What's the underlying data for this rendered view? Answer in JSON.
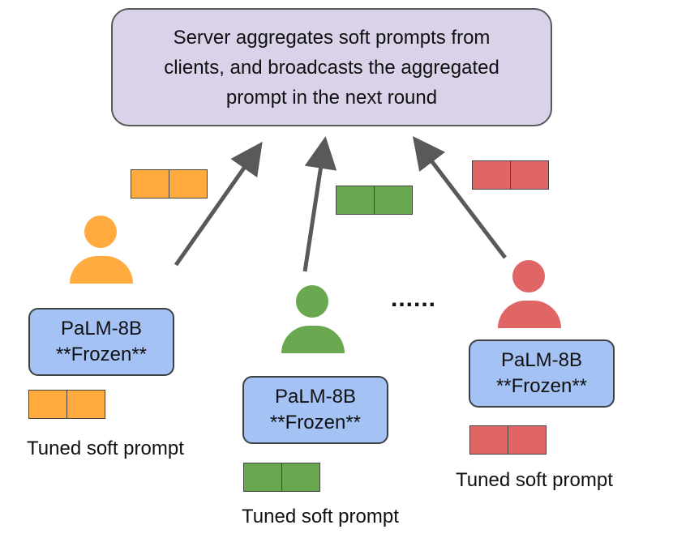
{
  "server": {
    "text": "Server aggregates soft prompts from\nclients, and broadcasts the aggregated\nprompt in the next round"
  },
  "clients": [
    {
      "model_name": "PaLM-8B",
      "model_status": "**Frozen**",
      "caption": "Tuned soft prompt",
      "color": "#ffab40"
    },
    {
      "model_name": "PaLM-8B",
      "model_status": "**Frozen**",
      "caption": "Tuned soft prompt",
      "color": "#6aa84f"
    },
    {
      "model_name": "PaLM-8B",
      "model_status": "**Frozen**",
      "caption": "Tuned soft prompt",
      "color": "#e06666"
    }
  ],
  "ellipsis": "......",
  "colors": {
    "server_fill": "#d9d2e9",
    "model_fill": "#a4c2f4",
    "arrow": "#595959"
  }
}
